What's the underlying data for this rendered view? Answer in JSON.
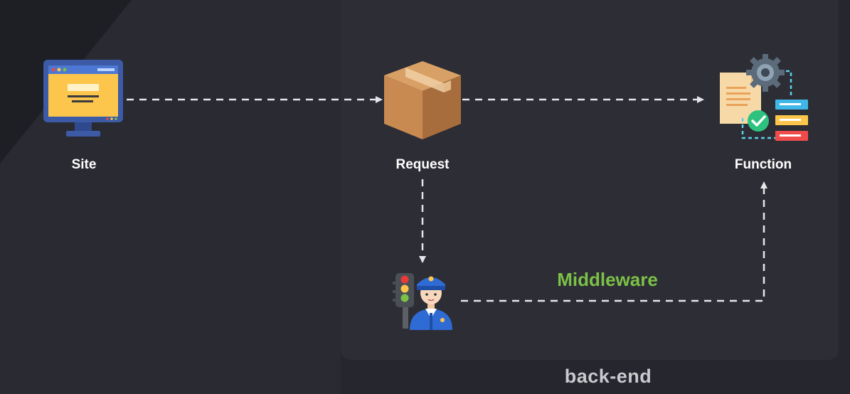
{
  "nodes": {
    "site": {
      "label": "Site",
      "icon": "monitor-icon"
    },
    "request": {
      "label": "Request",
      "icon": "package-box-icon"
    },
    "function": {
      "label": "Function",
      "icon": "function-document-gear-icon"
    },
    "middleware": {
      "label": "Middleware",
      "icon": "traffic-police-icon"
    }
  },
  "region": {
    "label": "back-end"
  },
  "colors": {
    "background": "#26262e",
    "panel": "#2d2d35",
    "middleware_text": "#7bc147",
    "arrow": "#e6e6ea"
  }
}
